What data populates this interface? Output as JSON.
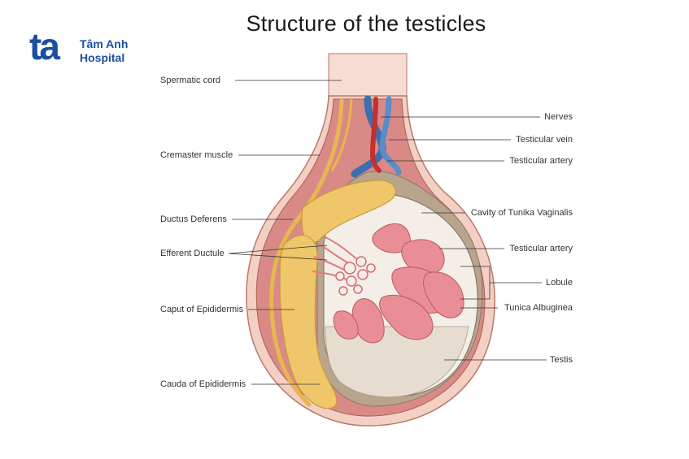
{
  "title": "Structure of the testicles",
  "logo": {
    "mark": "ta",
    "line1": "Tâm Anh",
    "line2": "Hospital",
    "color": "#1b4fa0"
  },
  "labels_left": {
    "spermatic_cord": "Spermatic cord",
    "cremaster_muscle": "Cremaster muscle",
    "ductus_deferens": "Ductus Deferens",
    "efferent_ductule": "Efferent Ductule",
    "caput": "Caput of Epididermis",
    "cauda": "Cauda of Epididermis"
  },
  "labels_right": {
    "nerves": "Nerves",
    "testicular_vein": "Testicular vein",
    "testicular_artery_top": "Testicular artery",
    "cavity": "Cavity of Tunika Vaginalis",
    "testicular_artery_mid": "Testicular artery",
    "lobule": "Lobule",
    "tunica_albuginea": "Tunica Albuginea",
    "testis": "Testis"
  }
}
